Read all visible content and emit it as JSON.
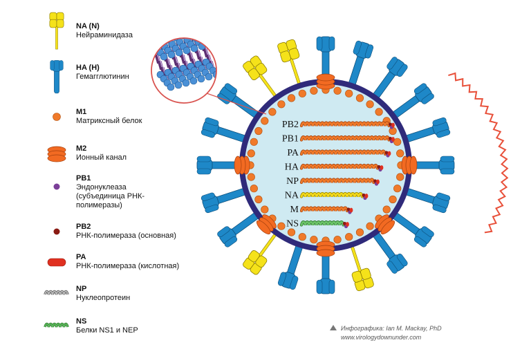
{
  "legend": [
    {
      "title": "NA (N)",
      "desc": [
        "Нейраминидаза"
      ],
      "icon": "na-spike-icon"
    },
    {
      "title": "HA (H)",
      "desc": [
        "Гемагглютинин"
      ],
      "icon": "ha-spike-icon"
    },
    {
      "title": "M1",
      "desc": [
        "Матриксный белок"
      ],
      "icon": "m1-dot-icon"
    },
    {
      "title": "M2",
      "desc": [
        "Ионный канал"
      ],
      "icon": "m2-channel-icon"
    },
    {
      "title": "PB1",
      "desc": [
        "Эндонуклеаза",
        "(субъединица РНК-",
        "полимеразы)"
      ],
      "icon": "pb1-dot-icon"
    },
    {
      "title": "PB2",
      "desc": [
        "РНК-полимераза (основная)"
      ],
      "icon": "pb2-dot-icon"
    },
    {
      "title": "PA",
      "desc": [
        "РНК-полимераза (кислотная)"
      ],
      "icon": "pa-capsule-icon"
    },
    {
      "title": "NP",
      "desc": [
        "Нуклеопротеин"
      ],
      "icon": "np-coil-icon"
    },
    {
      "title": "NS",
      "desc": [
        "Белки NS1 и NEP"
      ],
      "icon": "ns-coil-icon"
    }
  ],
  "segments": [
    {
      "label": "PB2",
      "length": 1.0,
      "color": "orange"
    },
    {
      "label": "PB1",
      "length": 1.0,
      "color": "orange"
    },
    {
      "label": "PA",
      "length": 0.97,
      "color": "orange"
    },
    {
      "label": "HA",
      "length": 0.88,
      "color": "orange"
    },
    {
      "label": "NP",
      "length": 0.83,
      "color": "orange"
    },
    {
      "label": "NA",
      "length": 0.72,
      "color": "yellow"
    },
    {
      "label": "M",
      "length": 0.55,
      "color": "orange"
    },
    {
      "label": "NS",
      "length": 0.5,
      "color": "green"
    }
  ],
  "credit": {
    "line1": "Инфографика: Ian M. Mackay, PhD",
    "line2": "www.virologydownunder.com"
  },
  "colors": {
    "ha_blue": "#1e88c8",
    "ha_outline": "#0d4f7c",
    "na_yellow": "#f5e21a",
    "na_outline": "#8a7a00",
    "m1_orange": "#f07a2a",
    "m2_orange": "#f26a22",
    "envelope": "#2f2a7a",
    "interior": "#cfeaf2",
    "pb1_purple": "#7b3f98",
    "pb2_dark_red": "#8a1a12",
    "pa_red": "#e03020",
    "coil_gray": "#8a8a8a",
    "ns_green": "#5cb85c",
    "deco_red": "#e8503a"
  }
}
